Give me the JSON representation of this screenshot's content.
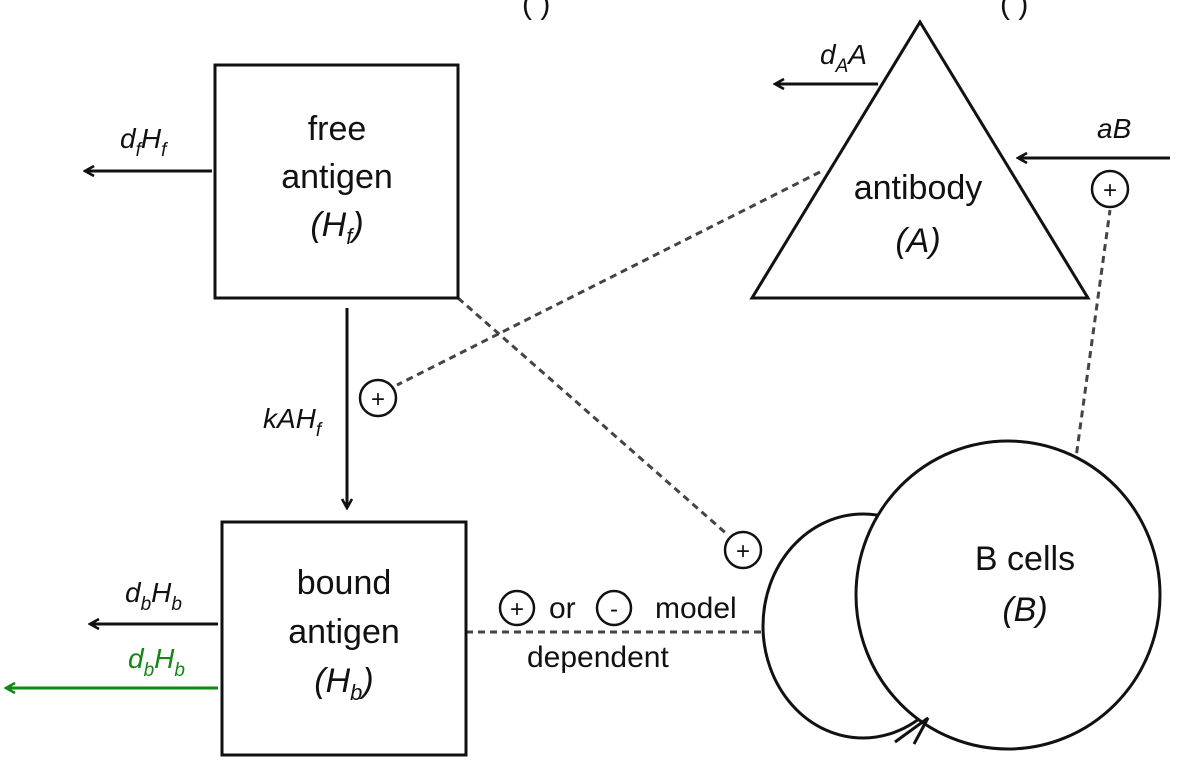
{
  "header": {
    "fragment_left": "(        )",
    "fragment_right": "(       )",
    "left_color": "#1f4fe0",
    "right_color": "#f07d1a"
  },
  "nodes": {
    "free_antigen": {
      "line1": "free",
      "line2": "antigen",
      "symbol": "H",
      "sub": "f"
    },
    "bound_antigen": {
      "line1": "bound",
      "line2": "antigen",
      "symbol": "H",
      "sub": "b"
    },
    "antibody": {
      "line1": "antibody",
      "symbol": "A"
    },
    "b_cells": {
      "line1": "B cells",
      "symbol": "B"
    }
  },
  "rates": {
    "free_decay": {
      "d": "d",
      "d_sub": "f",
      "h": "H",
      "h_sub": "f"
    },
    "bound_decay": {
      "d": "d",
      "d_sub": "b",
      "h": "H",
      "h_sub": "b"
    },
    "bound_decay_green": {
      "d": "d",
      "d_sub": "b",
      "h": "H",
      "h_sub": "b"
    },
    "antibody_decay": {
      "d": "d",
      "d_sub": "A",
      "a": "A"
    },
    "antibody_production": {
      "text": "aB"
    },
    "binding": {
      "k": "kAH",
      "k_sub": "f"
    }
  },
  "signs": {
    "plus": "+",
    "minus": "-"
  },
  "notes": {
    "or_text": "or",
    "model_text": "model",
    "dependent_text": "dependent"
  },
  "colors": {
    "green": "#118811",
    "line": "#111111"
  }
}
